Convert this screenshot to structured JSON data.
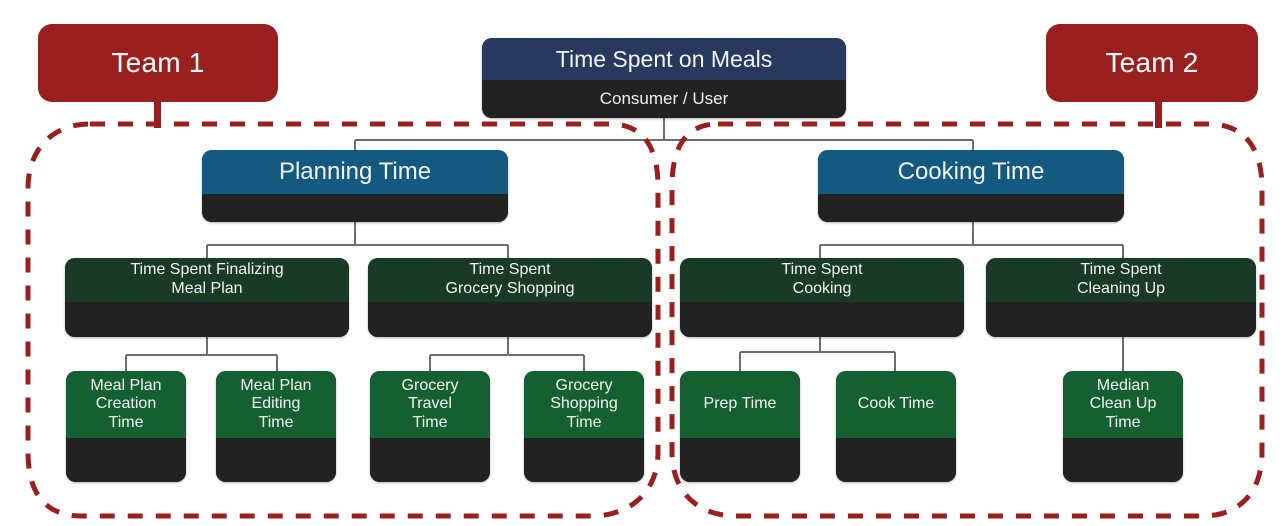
{
  "diagram": {
    "title": "Time Spent on Meals",
    "accent_colors": {
      "root_header": "#27395E",
      "level2_header": "#145A80",
      "level3_header": "#193A26",
      "level4_header": "#156030",
      "node_body": "#222222",
      "team_boundary": "#99201F",
      "connector": "#6E6E6E"
    },
    "teams": [
      {
        "label": "Team 1"
      },
      {
        "label": "Team 2"
      }
    ],
    "root": {
      "title": "Time Spent on Meals",
      "subtitle": "Consumer / User"
    },
    "branches": [
      {
        "title": "Planning Time",
        "children": [
          {
            "title": "Time Spent Finalizing\nMeal Plan",
            "children": [
              {
                "title": "Meal Plan\nCreation\nTime"
              },
              {
                "title": "Meal Plan\nEditing\nTime"
              }
            ]
          },
          {
            "title": "Time Spent\nGrocery Shopping",
            "children": [
              {
                "title": "Grocery\nTravel\nTime"
              },
              {
                "title": "Grocery\nShopping\nTime"
              }
            ]
          }
        ]
      },
      {
        "title": "Cooking Time",
        "children": [
          {
            "title": "Time Spent\nCooking",
            "children": [
              {
                "title": "Prep Time"
              },
              {
                "title": "Cook Time"
              }
            ]
          },
          {
            "title": "Time Spent\nCleaning Up",
            "children": [
              {
                "title": "Median\nClean Up\nTime"
              }
            ]
          }
        ]
      }
    ]
  }
}
